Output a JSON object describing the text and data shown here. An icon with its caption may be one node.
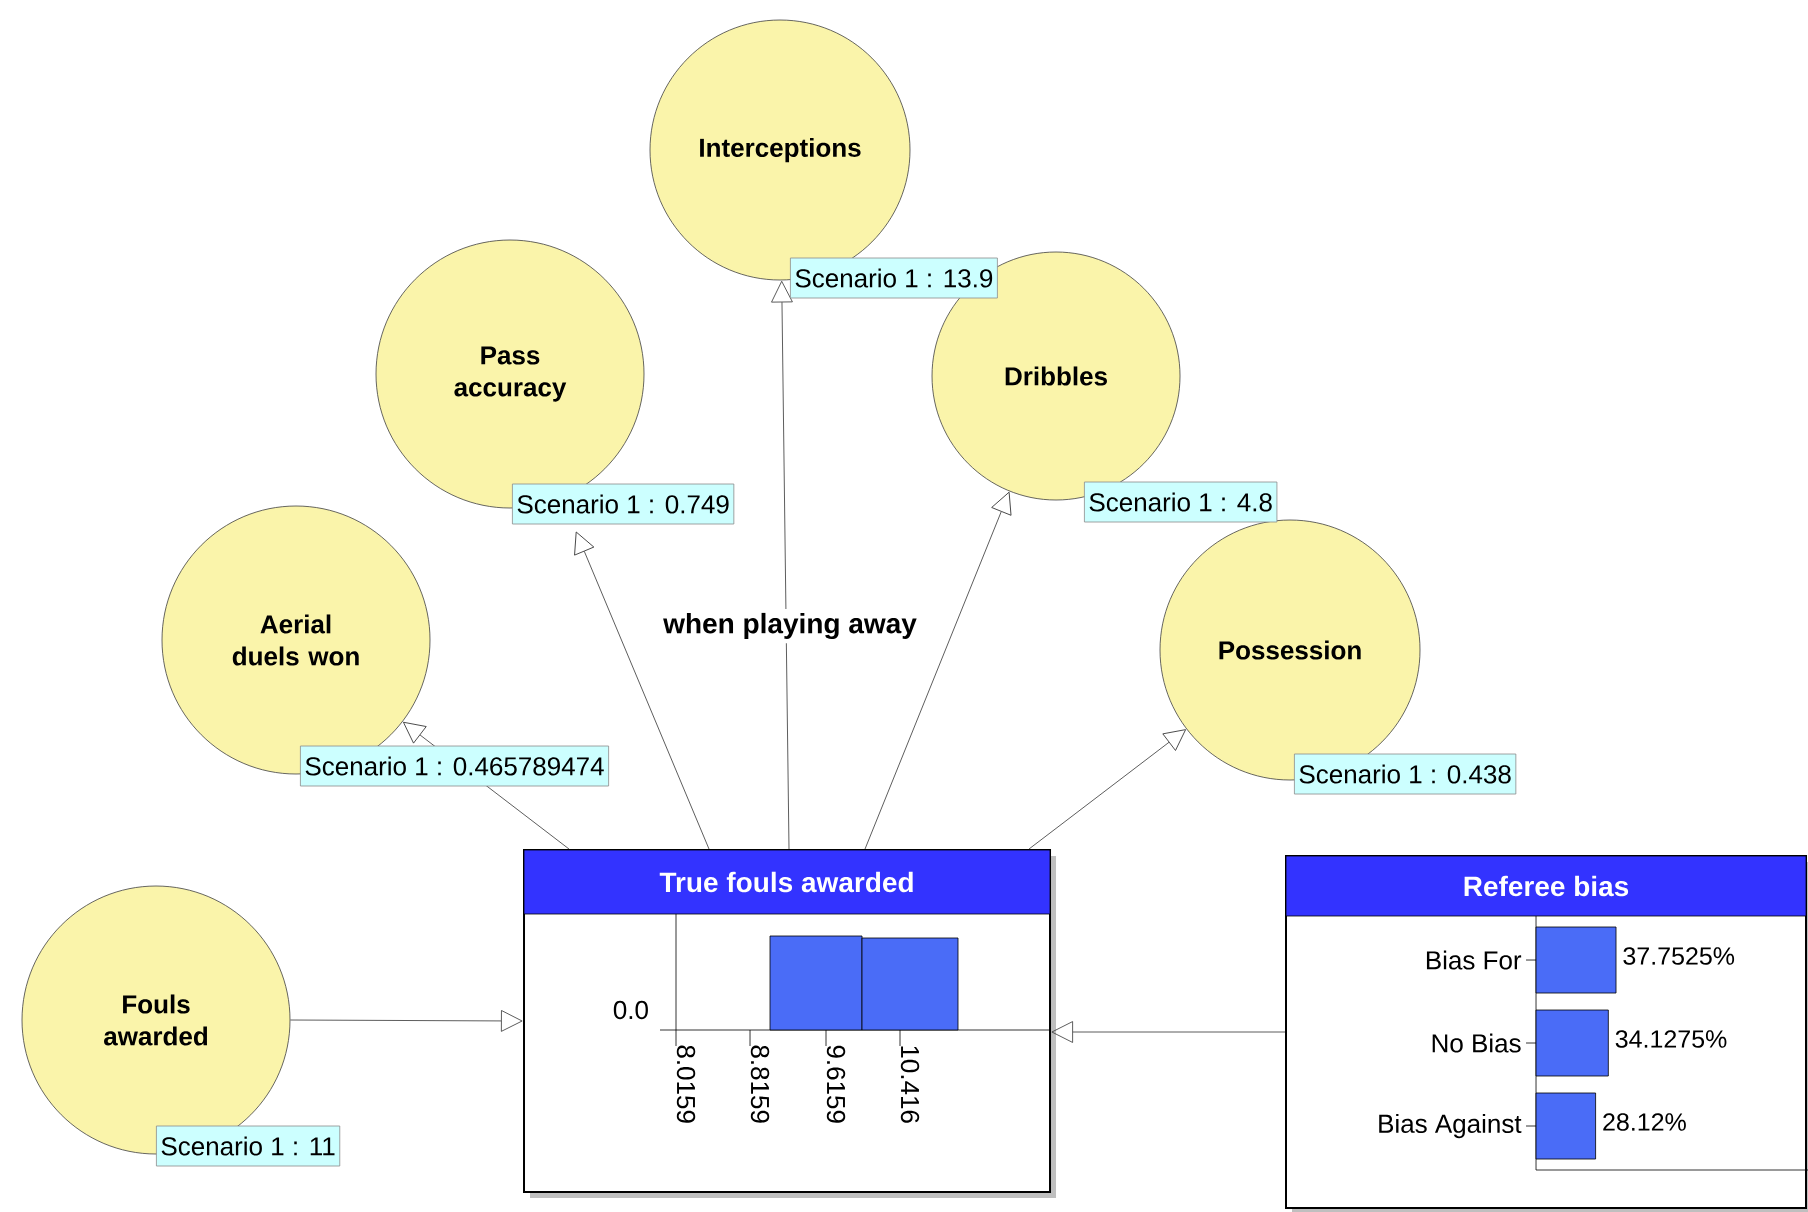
{
  "diagram": {
    "nodes": [
      {
        "text": [
          "Interceptions"
        ],
        "beside": [
          "Scenario 1 : 13.9"
        ]
      },
      {
        "text": [
          "Pass accuracy"
        ],
        "beside": [
          "Scenario 1 : 0.749"
        ]
      },
      {
        "text": [
          "Dribbles"
        ],
        "beside": [
          "Scenario 1 : 4.8"
        ]
      },
      {
        "text": [
          "Aerial duels won"
        ],
        "beside": [
          "Scenario 1 : 0.465789474"
        ]
      },
      {
        "text": [
          "Possession"
        ],
        "beside": [
          "Scenario 1 : 0.438"
        ]
      },
      {
        "text": [
          "Fouls awarded"
        ],
        "beside": [
          "Scenario 1 : 11"
        ]
      },
      {
        "text": [
          "True fouls awarded"
        ]
      },
      {
        "text": [
          "Referee bias"
        ]
      }
    ],
    "edges": [
      {
        "from": 6,
        "to": 3,
        "arrow": "to"
      },
      {
        "from": 6,
        "to": 1,
        "arrow": "to"
      },
      {
        "from": 6,
        "to": 0,
        "arrow": "to"
      },
      {
        "from": 6,
        "to": 2,
        "arrow": "to"
      },
      {
        "from": 6,
        "to": 4,
        "arrow": "to"
      },
      {
        "from": 5,
        "to": 6,
        "arrow": "to"
      },
      {
        "from": 7,
        "to": 6,
        "arrow": "to"
      }
    ],
    "labels": [
      "when playing away",
      "0.0",
      "8.0159",
      "8.8159",
      "9.6159",
      "10.416"
    ],
    "chart_data": {
      "type": "bar",
      "orientation": "horizontal",
      "categories": [
        "Bias For",
        "No Bias",
        "Bias Against"
      ],
      "values": [
        37.7525,
        34.1275,
        28.12
      ],
      "value_labels": [
        "37.7525%",
        "34.1275%",
        "28.12%"
      ]
    }
  }
}
